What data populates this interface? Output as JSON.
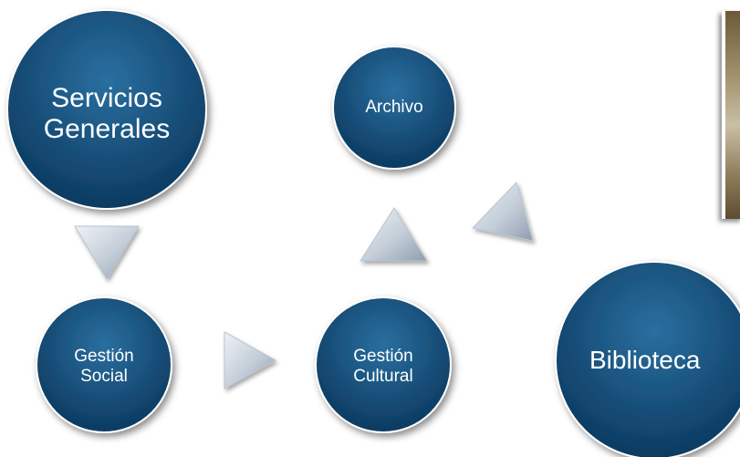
{
  "nodes": {
    "servicios_generales": "Servicios\nGenerales",
    "archivo": "Archivo",
    "gestion_social": "Gestión\nSocial",
    "gestion_cultural": "Gestión\nCultural",
    "biblioteca": "Biblioteca"
  },
  "colors": {
    "node_fill_center": "#2a6fa0",
    "node_fill_edge": "#0c3a60",
    "node_stroke": "#ffffff",
    "arrow_light": "#dde4ec",
    "arrow_dark": "#8e9cad"
  }
}
